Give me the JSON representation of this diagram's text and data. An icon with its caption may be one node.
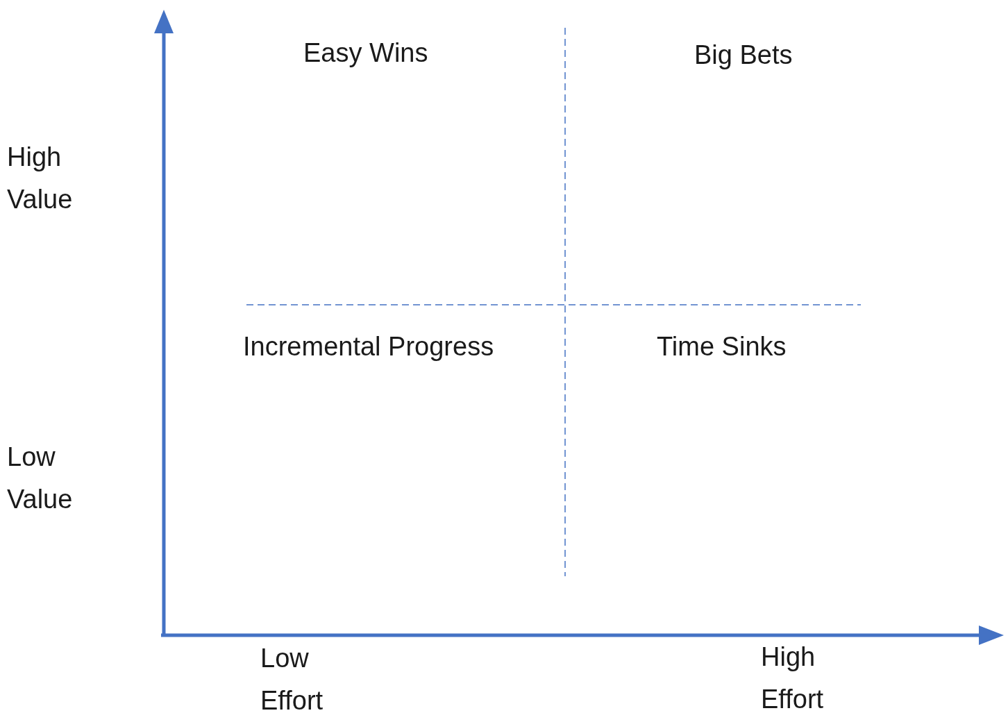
{
  "diagram": {
    "labels": [
      "Easy Wins",
      "Big Bets",
      "High Value",
      "Incremental Progress",
      "Time Sinks",
      "Low Value",
      "Low Effort",
      "High Effort"
    ]
  }
}
